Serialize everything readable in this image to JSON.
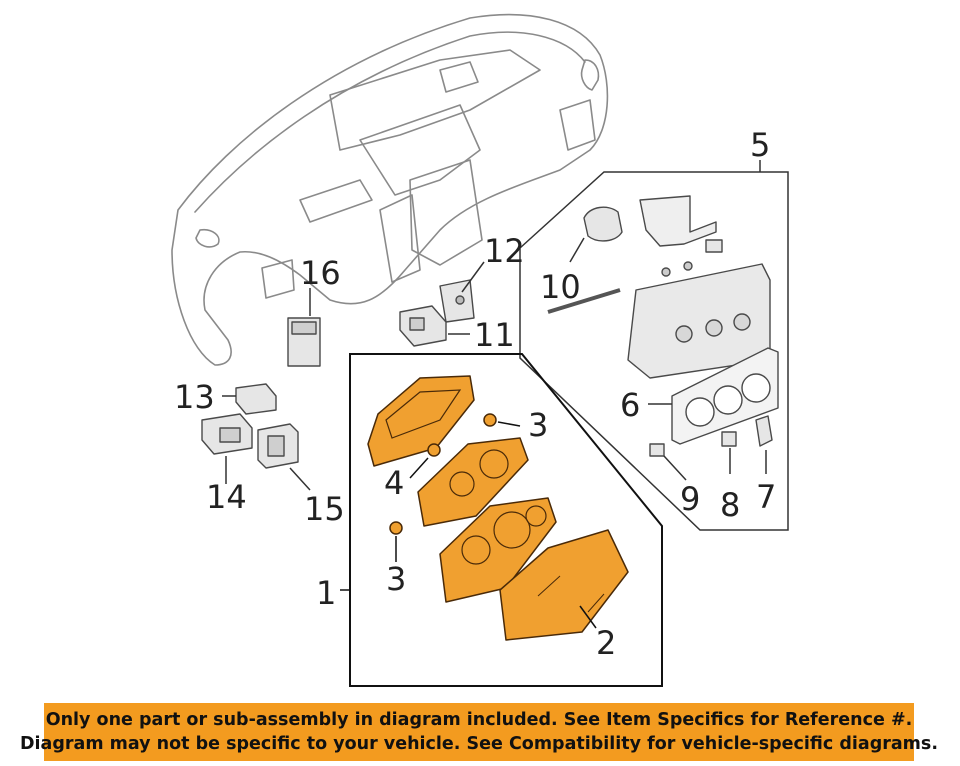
{
  "callouts": {
    "c1": "1",
    "c2": "2",
    "c3a": "3",
    "c3b": "3",
    "c4": "4",
    "c5": "5",
    "c6": "6",
    "c7": "7",
    "c8": "8",
    "c9": "9",
    "c10": "10",
    "c11": "11",
    "c12": "12",
    "c13": "13",
    "c14": "14",
    "c15": "15",
    "c16": "16"
  },
  "banner": {
    "line1": "Only one part or sub-assembly in diagram included. See Item Specifics for Reference #.",
    "line2": "Diagram may not be specific to your vehicle. See Compatibility for vehicle-specific diagrams."
  },
  "colors": {
    "highlight": "#f0a030",
    "banner": "#f39b1f"
  }
}
